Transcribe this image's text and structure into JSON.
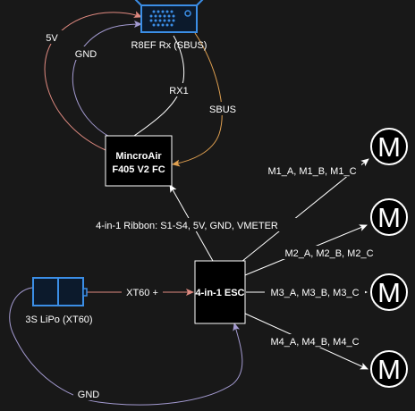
{
  "colors": {
    "background": "#181818",
    "node_fill": "#000000",
    "node_stroke": "#ffffff",
    "blue_stroke": "#3b8ee6",
    "blue_fill": "#0c1a2c",
    "text": "#ffffff",
    "red_wire": "#e08a80",
    "purple_wire": "#a39ad0",
    "orange_wire": "#e0a050",
    "white_wire": "#ffffff"
  },
  "nodes": {
    "receiver": {
      "label": "R8EF Rx (SBUS)",
      "icon": "receiver-icon"
    },
    "fc": {
      "line1": "MincroAir",
      "line2": "F405 V2 FC"
    },
    "esc": {
      "label": "4-in-1 ESC"
    },
    "battery": {
      "label": "3S LiPo (XT60)",
      "icon": "battery-icon"
    },
    "motors": [
      {
        "letter": "M"
      },
      {
        "letter": "M"
      },
      {
        "letter": "M"
      },
      {
        "letter": "M"
      }
    ]
  },
  "edges": {
    "rx_5v": "5V",
    "rx_gnd": "GND",
    "rx1": "RX1",
    "sbus": "SBUS",
    "ribbon": "4-in-1 Ribbon: S1-S4, 5V, GND, VMETER",
    "xt60": "XT60 +",
    "battery_gnd": "GND",
    "m1": "M1_A, M1_B, M1_C",
    "m2": "M2_A, M2_B, M2_C",
    "m3": "M3_A, M3_B, M3_C",
    "m4": "M4_A, M4_B, M4_C"
  }
}
